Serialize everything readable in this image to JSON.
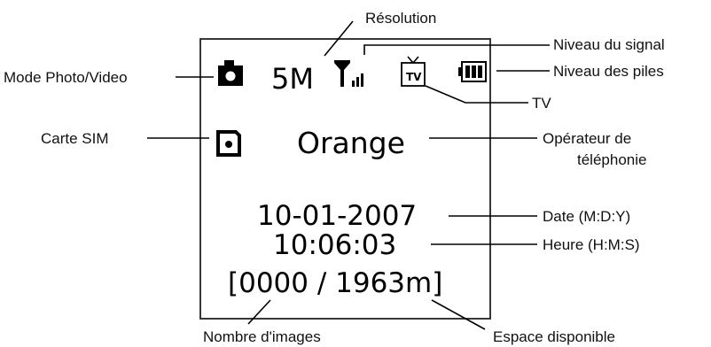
{
  "display": {
    "resolution": "5M",
    "tv_text": "TV",
    "operator": "Orange",
    "date": "10-01-2007",
    "time": "10:06:03",
    "counter": "[0000 / 1963m]"
  },
  "labels": {
    "resolution": "Résolution",
    "signal": "Niveau du signal",
    "battery": "Niveau des piles",
    "mode": "Mode Photo/Video",
    "tv": "TV",
    "sim": "Carte SIM",
    "operator_line1": "Opérateur de",
    "operator_line2": "téléphonie",
    "date": "Date (M:D:Y)",
    "time": "Heure (H:M:S)",
    "images": "Nombre d'images",
    "space": "Espace disponible"
  },
  "icons": {
    "mode": "camera-icon",
    "signal": "signal-strength-icon",
    "tv": "tv-icon",
    "battery": "battery-icon",
    "sim": "sim-card-icon"
  }
}
